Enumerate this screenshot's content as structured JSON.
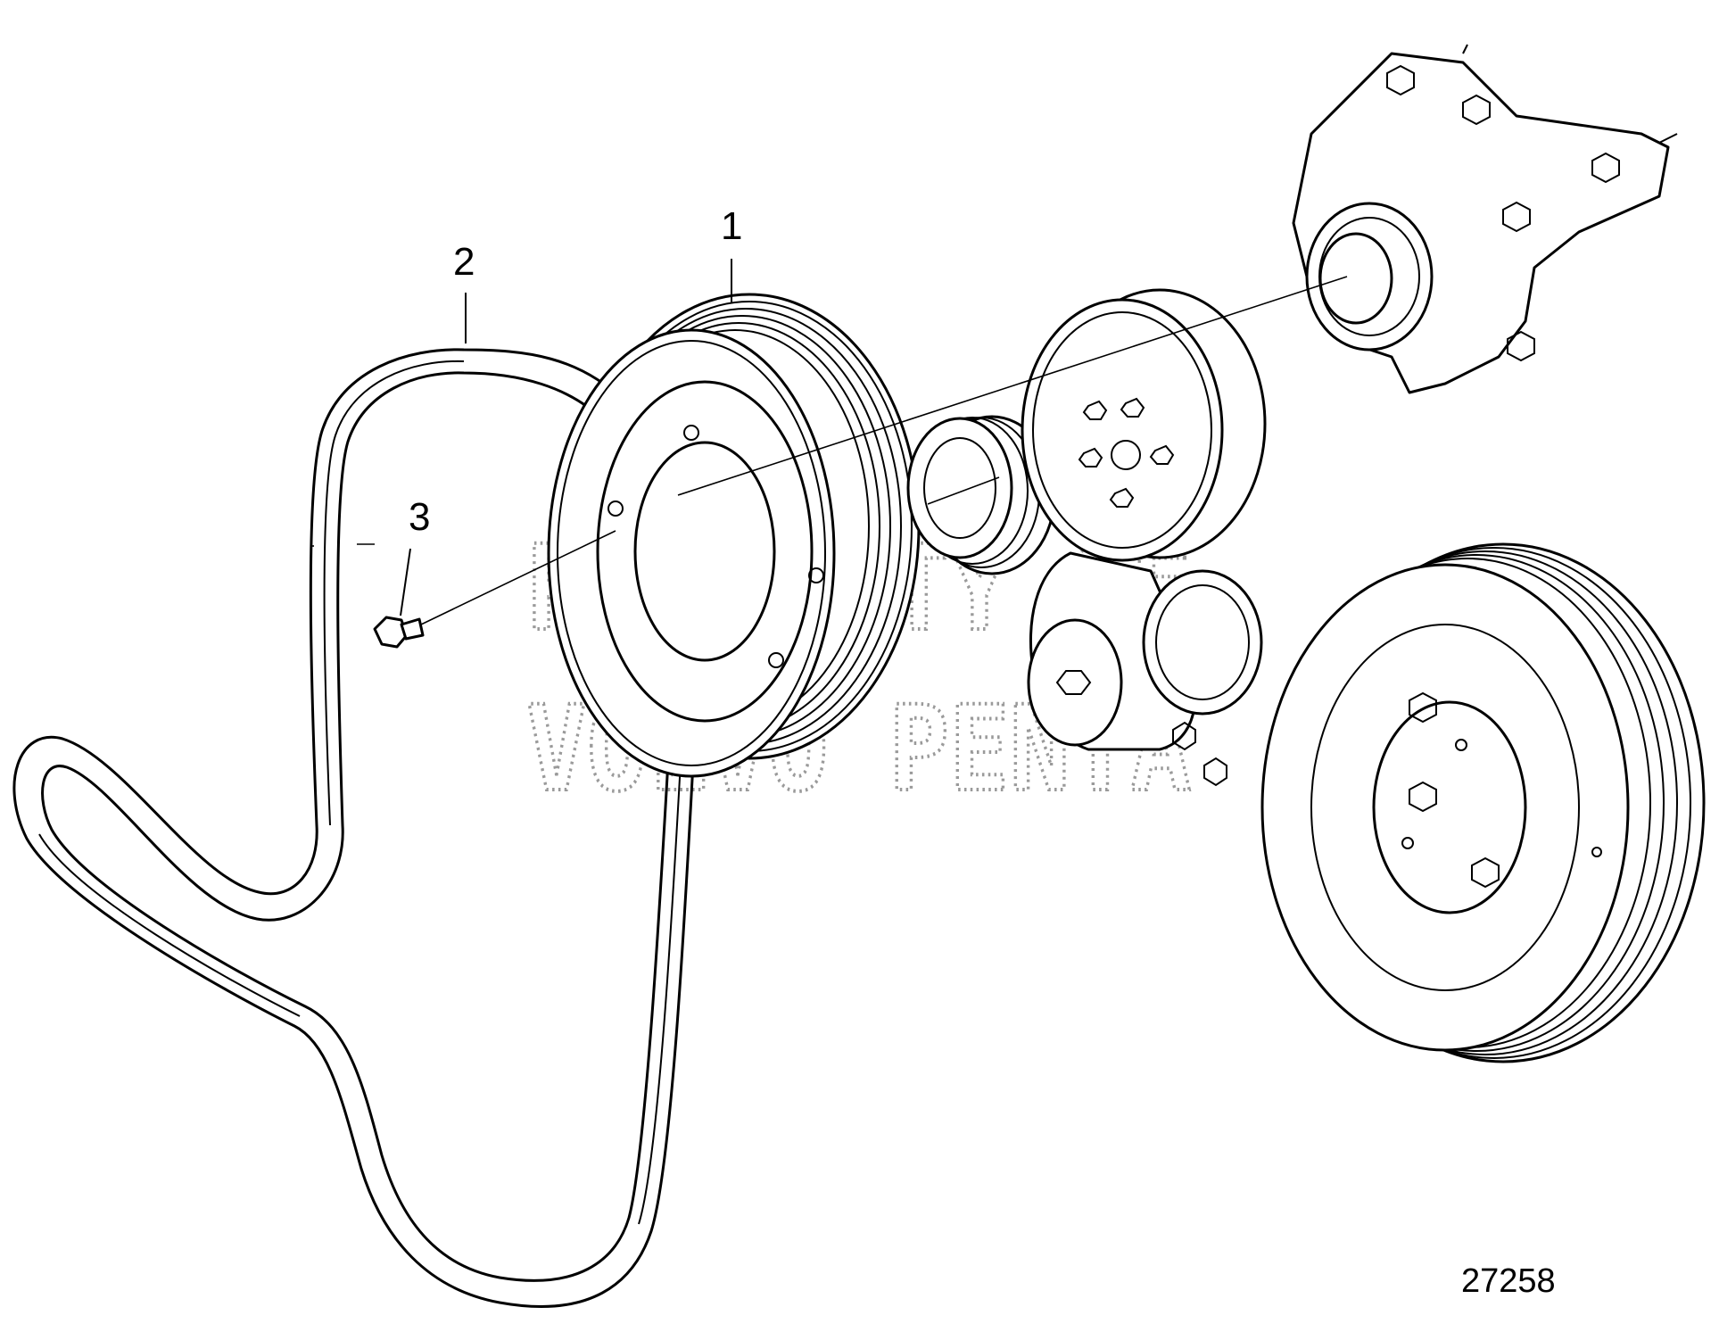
{
  "callouts": [
    {
      "id": 1,
      "label": "1"
    },
    {
      "id": 2,
      "label": "2"
    },
    {
      "id": 3,
      "label": "3"
    }
  ],
  "figure_number": "27258",
  "watermark": {
    "line1": "PROPERTY OF",
    "line2": "VOLVO PENTA"
  },
  "colors": {
    "ink": "#000000",
    "background": "#ffffff",
    "watermark": "#9a9a9a"
  }
}
